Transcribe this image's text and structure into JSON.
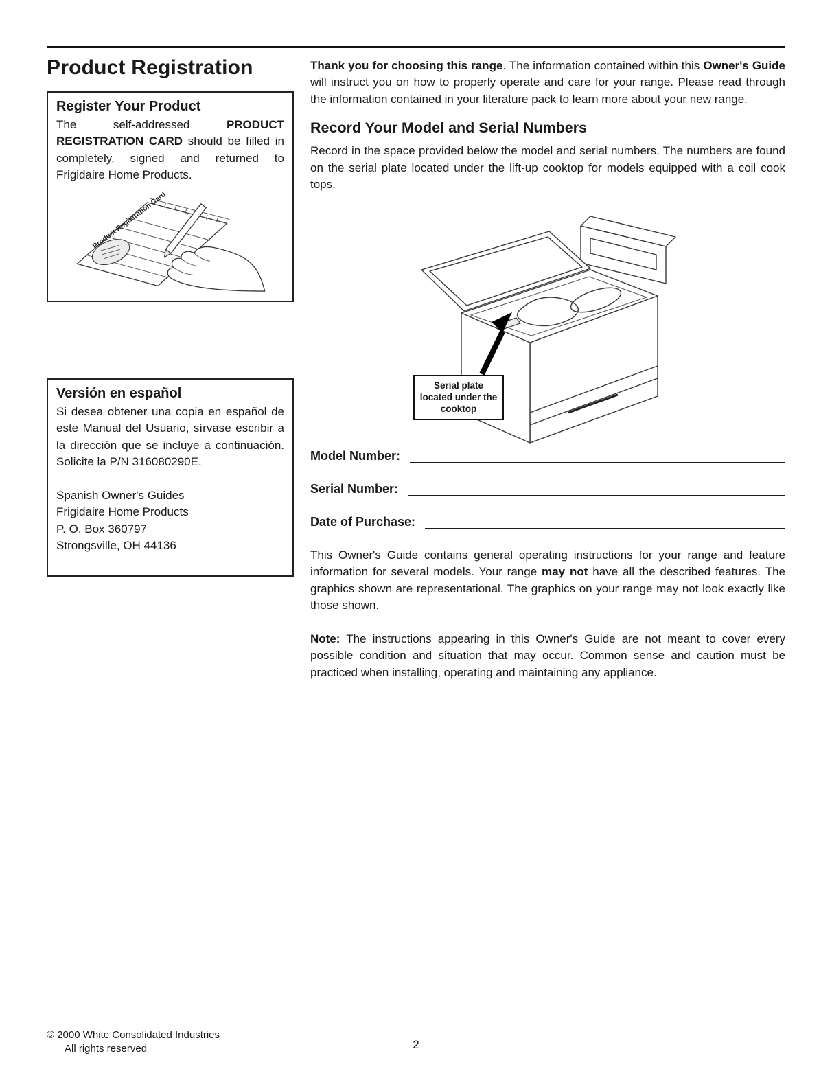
{
  "title": "Product Registration",
  "register_box": {
    "heading": "Register Your Product",
    "body_seg1": "The self-addressed ",
    "body_seg2": "PRODUCT REGISTRATION CARD",
    "body_seg3": " should be filled in completely, signed and returned to Frigidaire Home Products.",
    "card_label": "Product Registration Card"
  },
  "spanish_box": {
    "heading": "Versión en español",
    "body": "Si desea obtener una copia en español de este Manual del Usuario, sírvase escribir a la dirección que se incluye a continuación. Solicite la P/N 316080290E.",
    "address": [
      "Spanish Owner's Guides",
      "Frigidaire Home Products",
      "P. O. Box 360797",
      "Strongsville, OH 44136"
    ]
  },
  "intro": {
    "seg1": "Thank you for choosing this range",
    "seg2": ". The information contained within this ",
    "seg3": "Owner's Guide",
    "seg4": " will instruct you on how to properly operate and care for your range. Please read through the information contained in your literature pack to learn more about your new range."
  },
  "record_section": {
    "heading": "Record Your Model and Serial Numbers",
    "body": "Record in the space provided below the model and serial numbers. The numbers are found on the serial plate located under the lift-up cooktop for models equipped with a coil cook tops.",
    "callout": "Serial plate located under the cooktop"
  },
  "form": {
    "model_label": "Model Number:",
    "model_value": "",
    "serial_label": "Serial Number:",
    "serial_value": "",
    "date_label": "Date of Purchase:",
    "date_value": ""
  },
  "guide_note": {
    "seg1": "This Owner's Guide contains general operating instructions for your range and feature information for several models. Your range ",
    "seg2": "may not",
    "seg3": " have all the described features. The graphics shown are representational. The graphics on your range may not look exactly like those shown."
  },
  "note": {
    "label": "Note:",
    "body": " The instructions appearing in this Owner's Guide are not meant to cover every possible condition and situation that may occur. Common sense and caution must be practiced when installing, operating and maintaining any appliance."
  },
  "footer": {
    "copyright_line1": "©  2000 White Consolidated Industries",
    "copyright_line2": "All rights reserved",
    "page_number": "2"
  }
}
